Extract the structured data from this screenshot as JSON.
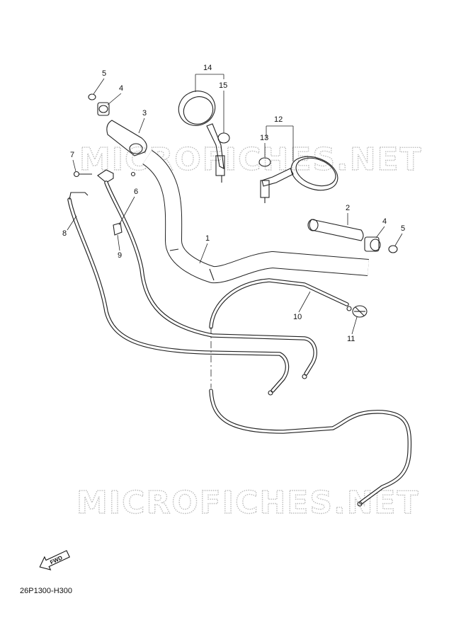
{
  "watermark_text": "MICROFICHES.NET",
  "diagram_code": "26P1300-H300",
  "fwd_label": "FWD",
  "callouts": [
    "1",
    "2",
    "3",
    "4",
    "4",
    "5",
    "5",
    "6",
    "7",
    "8",
    "9",
    "10",
    "11",
    "12",
    "13",
    "14",
    "15"
  ]
}
